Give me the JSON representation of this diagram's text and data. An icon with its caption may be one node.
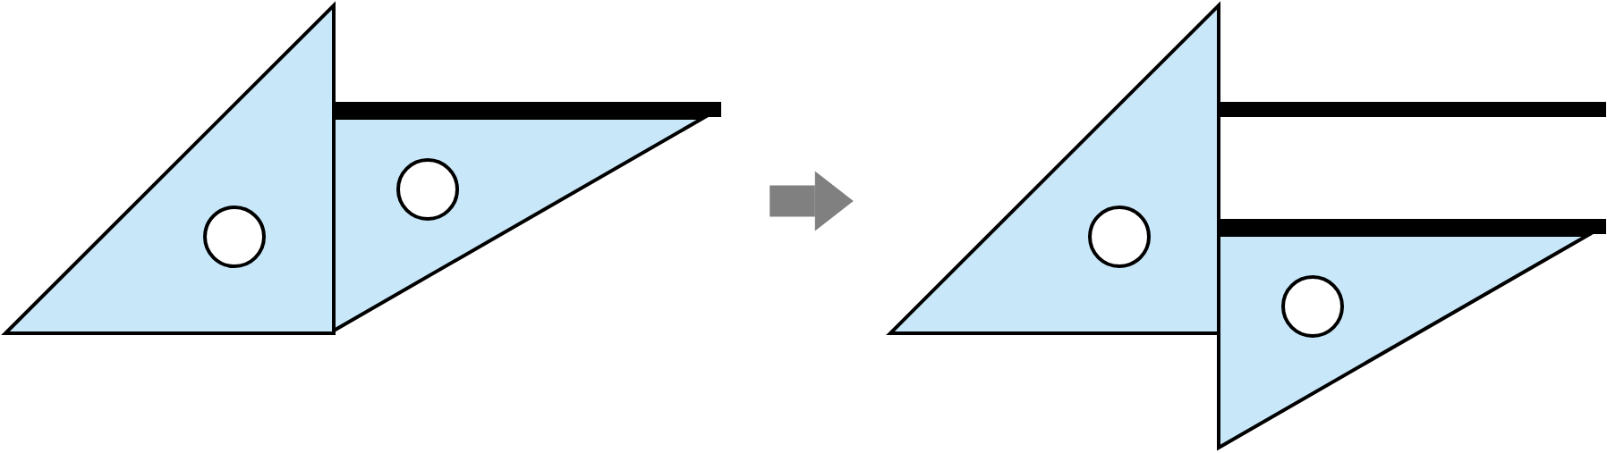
{
  "diagram": {
    "nodes": [
      {
        "text": [],
        "shape": "picture"
      },
      {
        "text": [],
        "shape": "picture"
      }
    ],
    "edges": [
      {
        "from": 0,
        "to": 1,
        "arrow": "to",
        "color": "#808080"
      }
    ]
  }
}
